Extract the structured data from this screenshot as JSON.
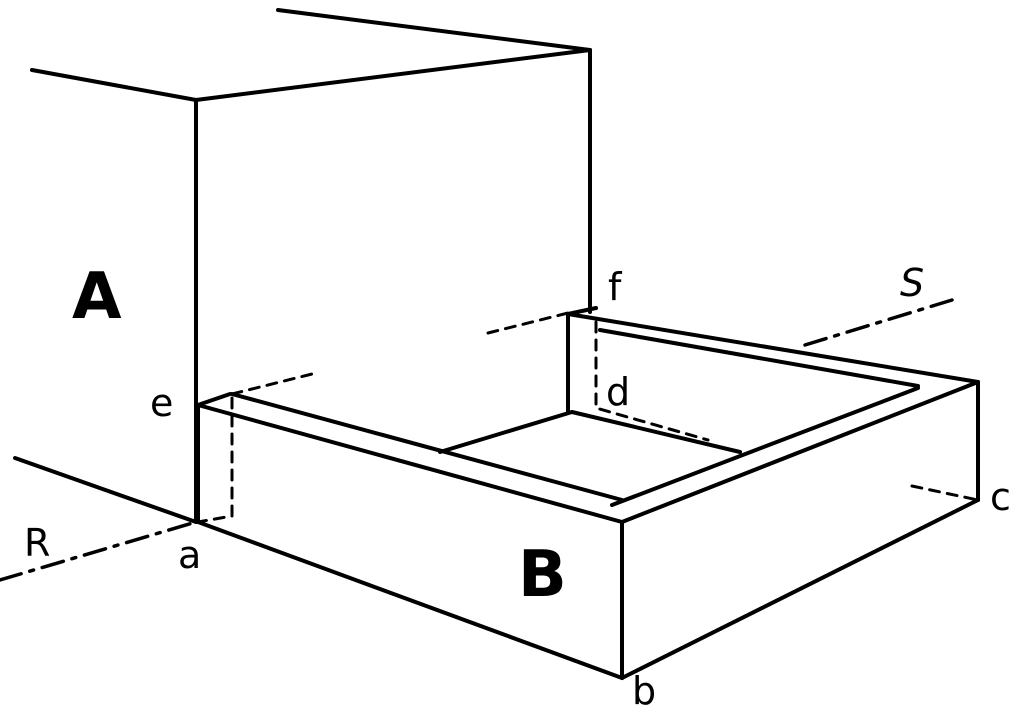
{
  "figure": {
    "block_labels": {
      "A": "A",
      "B": "B"
    },
    "point_labels": {
      "a": "a",
      "b": "b",
      "c": "c",
      "d": "d",
      "e": "e",
      "f": "f"
    },
    "axis_labels": {
      "R": "R",
      "S": "S"
    }
  }
}
